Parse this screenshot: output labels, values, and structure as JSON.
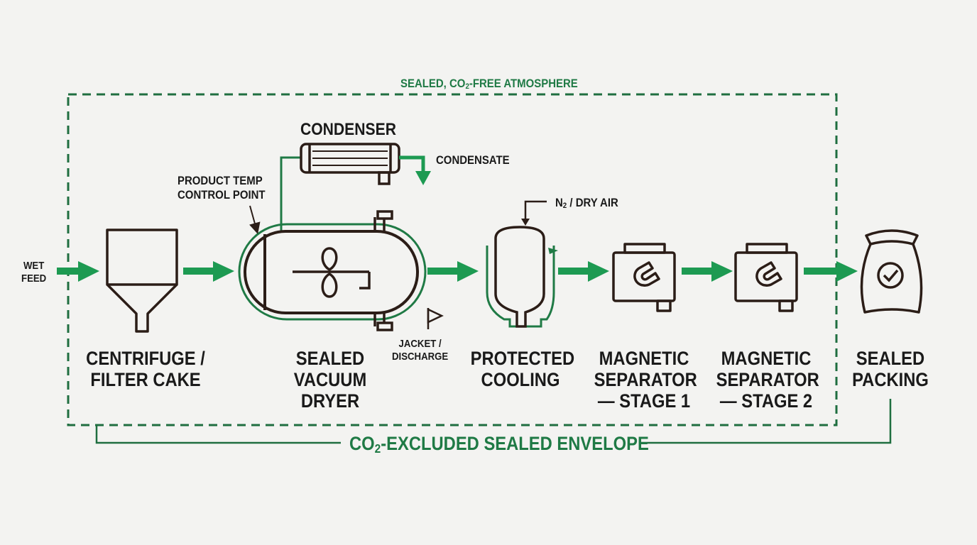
{
  "envelope": {
    "top_label_pre": "SEALED, CO",
    "top_label_sub": "2",
    "top_label_post": "-FREE ATMOSPHERE",
    "bottom_label_pre": "CO",
    "bottom_label_sub": "2",
    "bottom_label_post": "-EXCLUDED SEALED ENVELOPE"
  },
  "inputs": {
    "wet_feed_line1": "WET",
    "wet_feed_line2": "FEED",
    "nitrogen_pre": "N",
    "nitrogen_sub": "2",
    "nitrogen_post": " / DRY AIR"
  },
  "annotations": {
    "condenser": "CONDENSER",
    "condensate": "CONDENSATE",
    "product_temp_line1": "PRODUCT TEMP",
    "product_temp_line2": "CONTROL POINT",
    "jacket_line1": "JACKET /",
    "jacket_line2": "DISCHARGE"
  },
  "steps": [
    {
      "line1": "CENTRIFUGE /",
      "line2": "FILTER CAKE",
      "line3": ""
    },
    {
      "line1": "SEALED",
      "line2": "VACUUM",
      "line3": "DRYER"
    },
    {
      "line1": "PROTECTED",
      "line2": "COOLING",
      "line3": ""
    },
    {
      "line1": "MAGNETIC",
      "line2": "SEPARATOR",
      "line3": "— STAGE 1"
    },
    {
      "line1": "MAGNETIC",
      "line2": "SEPARATOR",
      "line3": "— STAGE 2"
    },
    {
      "line1": "SEALED",
      "line2": "PACKING",
      "line3": ""
    }
  ],
  "colors": {
    "accent_green": "#1f7a45",
    "arrow_green": "#1d9a52",
    "outline": "#2b1d17",
    "background": "#f3f3f1"
  },
  "icons": [
    "hopper-icon",
    "vacuum-dryer-icon",
    "condenser-icon",
    "cooling-vessel-icon",
    "magnet-icon",
    "sealed-bag-icon",
    "check-icon",
    "flag-icon"
  ]
}
